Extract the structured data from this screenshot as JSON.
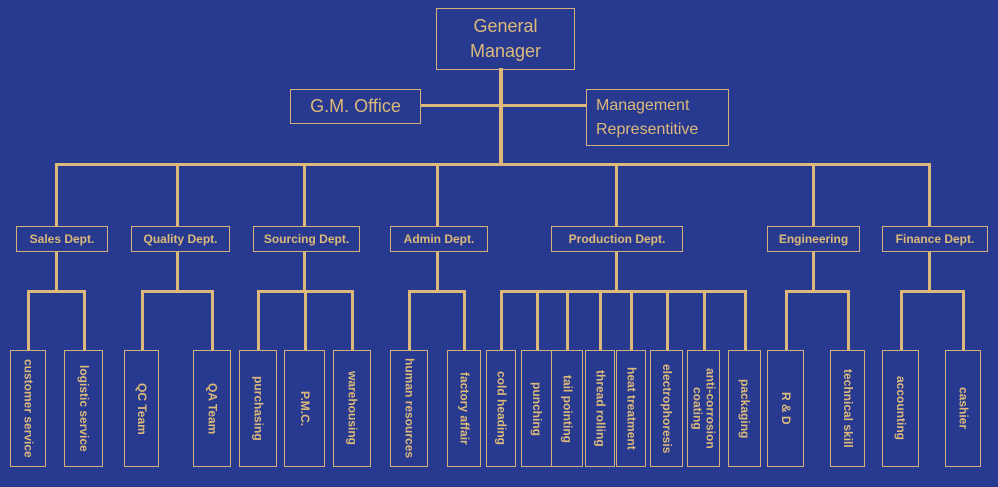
{
  "title": "Organization Chart",
  "colors": {
    "background": "#283a8f",
    "line": "#dcb97a",
    "text": "#dcb97a"
  },
  "top": {
    "general_manager": "General Manager",
    "gm_office": "G.M. Office",
    "management_rep": "Management Representitive"
  },
  "departments": [
    {
      "name": "Sales Dept.",
      "units": [
        "customer service",
        "logistic service"
      ]
    },
    {
      "name": "Quality Dept.",
      "units": [
        "QC Team",
        "QA Team"
      ]
    },
    {
      "name": "Sourcing Dept.",
      "units": [
        "purchasing",
        "P.M.C.",
        "warehousing"
      ]
    },
    {
      "name": "Admin Dept.",
      "units": [
        "human resources",
        "factory affair"
      ]
    },
    {
      "name": "Production Dept.",
      "units": [
        "cold heading",
        "punching",
        "tail pointing",
        "thread rolling",
        "heat treatment",
        "electrophoresis",
        "anti-corrosion coating",
        "packaging"
      ]
    },
    {
      "name": "Engineering",
      "units": [
        "R & D",
        "technical skill"
      ]
    },
    {
      "name": "Finance Dept.",
      "units": [
        "accounting",
        "cashier"
      ]
    }
  ]
}
